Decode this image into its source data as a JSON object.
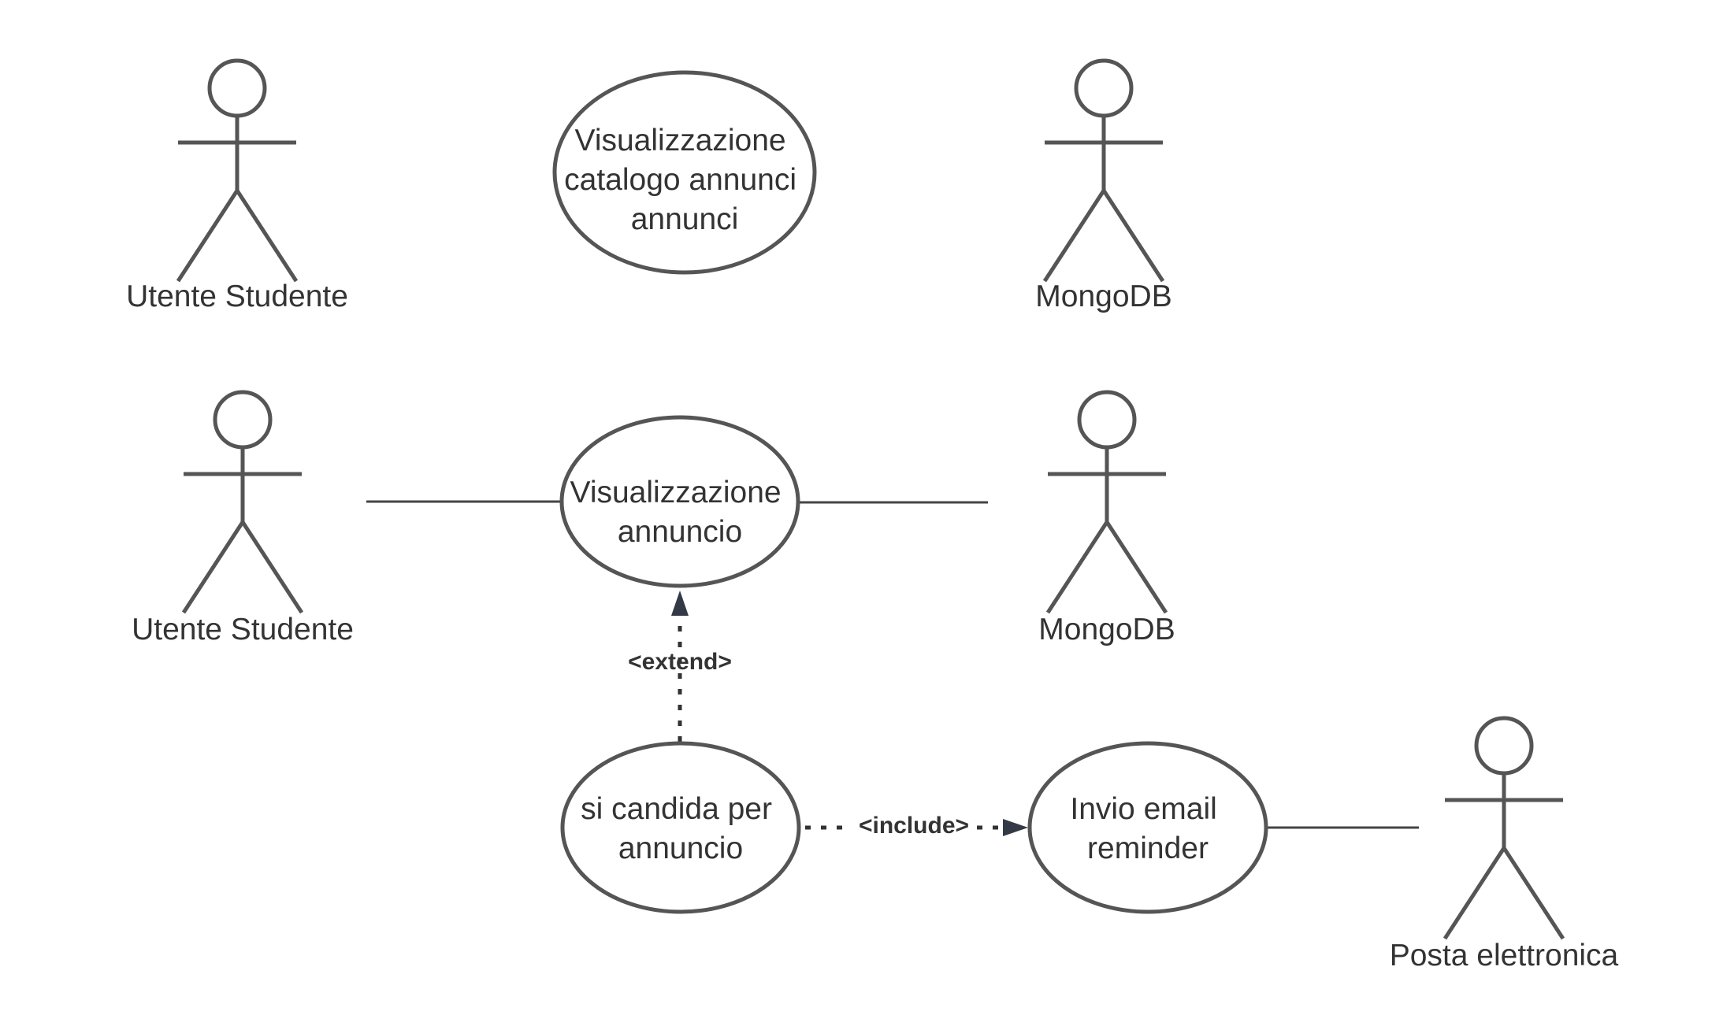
{
  "actors": [
    {
      "id": "a1",
      "name": "Utente Studente"
    },
    {
      "id": "a2",
      "name": "MongoDB"
    },
    {
      "id": "a3",
      "name": "Utente Studente"
    },
    {
      "id": "a4",
      "name": "MongoDB"
    },
    {
      "id": "a5",
      "name": "Posta elettronica"
    }
  ],
  "use_cases": [
    {
      "id": "uc1",
      "lines": [
        "Visualizzazione",
        "catalogo annunci",
        "annunci"
      ]
    },
    {
      "id": "uc2",
      "lines": [
        "Visualizzazione",
        "annuncio"
      ]
    },
    {
      "id": "uc3",
      "lines": [
        "si candida per",
        "annuncio"
      ]
    },
    {
      "id": "uc4",
      "lines": [
        "Invio email",
        "reminder"
      ]
    }
  ],
  "relationships": [
    {
      "from": "a3",
      "to": "uc2",
      "kind": "association"
    },
    {
      "from": "uc2",
      "to": "a4",
      "kind": "association"
    },
    {
      "from": "uc3",
      "to": "uc2",
      "kind": "extend",
      "label": "<extend>"
    },
    {
      "from": "uc3",
      "to": "uc4",
      "kind": "include",
      "label": "<include>"
    },
    {
      "from": "uc4",
      "to": "a5",
      "kind": "association"
    }
  ],
  "colors": {
    "stroke": "#555555",
    "text": "#333333",
    "arrow": "#333a45",
    "background": "#ffffff"
  }
}
